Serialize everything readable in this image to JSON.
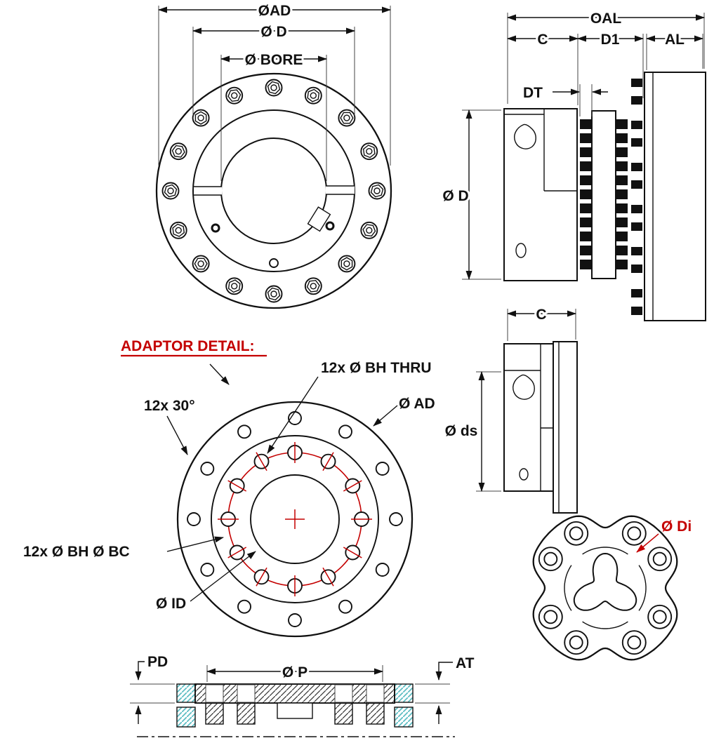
{
  "drawing": {
    "front_view": {
      "dim_ad": "ØAD",
      "dim_d": "Ø D",
      "dim_bore": "Ø BORE"
    },
    "side_view": {
      "dim_oal": "OAL",
      "dim_c": "C",
      "dim_d1": "D1",
      "dim_al": "AL",
      "dim_dt": "DT",
      "dim_d": "Ø D"
    },
    "hub_view": {
      "dim_c": "C",
      "dim_ds": "Ø ds"
    },
    "adaptor_detail": {
      "title": "ADAPTOR DETAIL:",
      "label_bh_thru": "12x Ø BH THRU",
      "label_ad": "Ø AD",
      "label_angle": "12x 30°",
      "label_bh_bc": "12x Ø BH Ø BC",
      "label_id": "Ø ID"
    },
    "element_view": {
      "label_di": "Ø Di"
    },
    "section_view": {
      "label_pd": "PD",
      "dim_p": "Ø P",
      "label_at": "AT"
    },
    "colors": {
      "line": "#111111",
      "accent_red": "#c40000",
      "hatch_teal": "#5fbec4"
    }
  }
}
